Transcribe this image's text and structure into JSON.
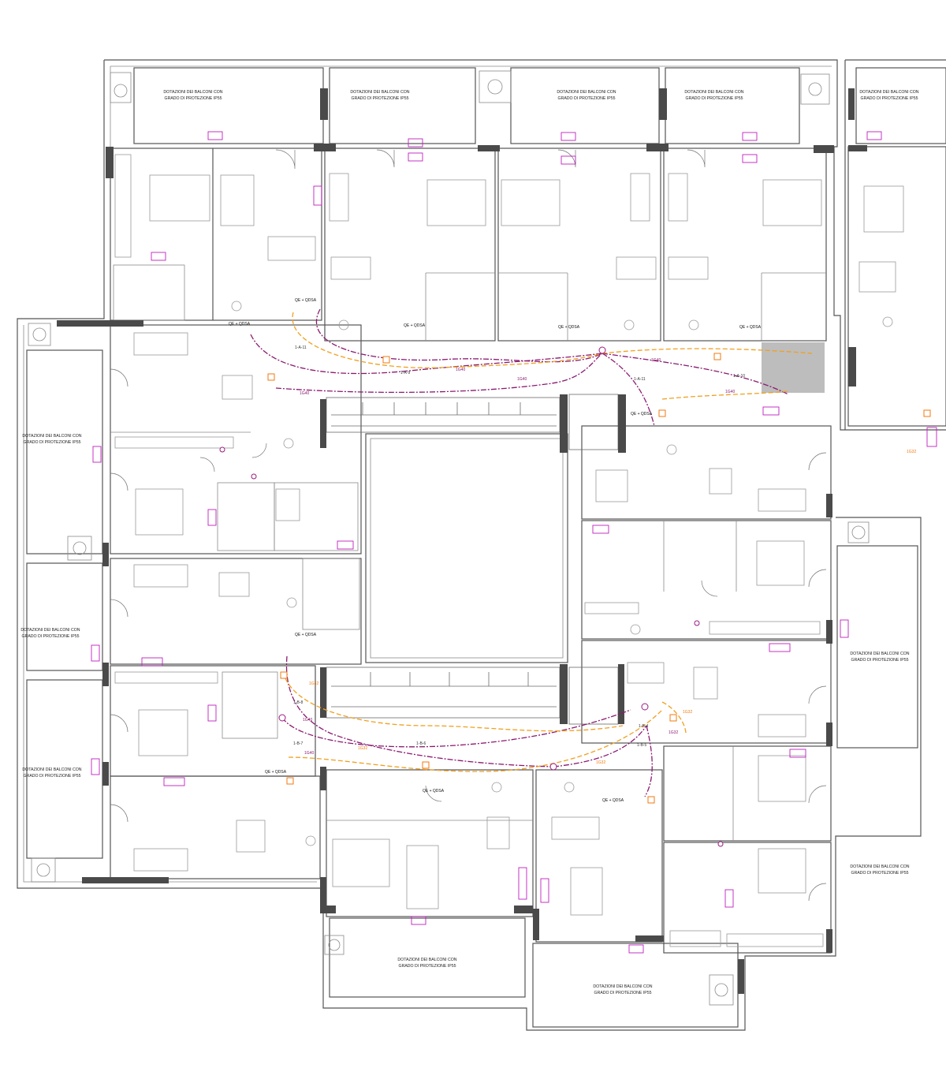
{
  "balcony_labels": [
    {
      "line1": "DOTAZIONI DEI BALCONI CON",
      "line2": "GRADO DI PROTEZIONE IP55"
    },
    {
      "line1": "DOTAZIONI DEI BALCONI CON",
      "line2": "GRADO DI PROTEZIONE IP55"
    },
    {
      "line1": "DOTAZIONI DEI BALCONI CON",
      "line2": "GRADO DI PROTEZIONE IP55"
    },
    {
      "line1": "DOTAZIONI DEI BALCONI CON",
      "line2": "GRADO DI PROTEZIONE IP55"
    },
    {
      "line1": "DOTAZIONI DEI BALCONI CON",
      "line2": "GRADO DI PROTEZIONE IP55"
    },
    {
      "line1": "DOTAZIONI DEI BALCONI CON",
      "line2": "GRADO DI PROTEZIONE IP55"
    },
    {
      "line1": "DOTAZIONI DEI BALCONI CON",
      "line2": "GRADO DI PROTEZIONE IP55"
    },
    {
      "line1": "DOTAZIONI DEI BALCONI CON",
      "line2": "GRADO DI PROTEZIONE IP55"
    },
    {
      "line1": "DOTAZIONI DEI BALCONI CON",
      "line2": "GRADO DI PROTEZIONE IP55"
    },
    {
      "line1": "DOTAZIONI DEI BALCONI CON",
      "line2": "GRADO DI PROTEZIONE IP55"
    },
    {
      "line1": "DOTAZIONI DEI BALCONI CON",
      "line2": "GRADO DI PROTEZIONE IP55"
    },
    {
      "line1": "DOTAZIONI DEI BALCONI CON",
      "line2": "GRADO DI PROTEZIONE IP55"
    }
  ],
  "panel_tags": [
    "QE + QDSA",
    "QE + QDSA",
    "QE + QDSA",
    "QE + QDSA",
    "QE + QDSA",
    "QE + QDSA",
    "QE + QDSA",
    "QE + QDSA",
    "QE + QDSA",
    "QE + QDSA"
  ],
  "junction_codes": [
    "1-A-11",
    "1-A-9",
    "1-A-10",
    "1-A-11",
    "1-B-8",
    "1-B-7",
    "1-B-6",
    "1-B-4",
    "1-B-5"
  ],
  "cable_lengths": [
    "1G40",
    "1G40",
    "1G40",
    "1G40",
    "1G32",
    "1G40",
    "1G32",
    "1G40",
    "1G40",
    "1G32",
    "1G32",
    "1G32",
    "1G32"
  ],
  "colors": {
    "circuit_primary": "#8a1a70",
    "circuit_secondary": "#f0a020",
    "sockets": "#c020c0",
    "walls": "#555555",
    "pillars": "#4a4a4a"
  }
}
